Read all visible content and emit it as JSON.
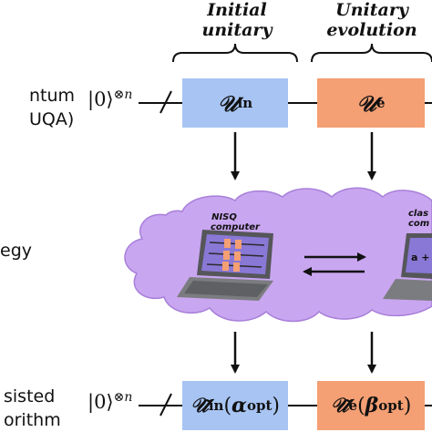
{
  "headers": {
    "initial": [
      "Initial",
      "unitary"
    ],
    "evolution": [
      "Unitary",
      "evolution"
    ]
  },
  "left_labels": {
    "top": [
      "ntum",
      "UQA)"
    ],
    "middle": "egy",
    "bottom": [
      "sisted",
      "orithm"
    ]
  },
  "ket_text": "|0⟩",
  "ket_superscript": "⊗n",
  "gates": {
    "u_in": {
      "symbol": "𝒰",
      "sub": "in"
    },
    "u_e": {
      "symbol": "𝒰",
      "sub": "e"
    },
    "u_in_opt": {
      "symbol": "𝒰̃",
      "sub": "in",
      "param": "α",
      "param_sub": "opt"
    },
    "u_e_opt": {
      "symbol": "𝒰̃",
      "sub": "e",
      "param": "β",
      "param_sub": "opt"
    }
  },
  "cloud": {
    "nisq_label": [
      "NISQ",
      "computer"
    ],
    "classical_label": [
      "clas",
      "com"
    ],
    "formula": "a +"
  },
  "colors": {
    "gate_blue": "#a7c4f3",
    "gate_orange": "#f49f74",
    "cloud": "#c9a6f0",
    "cloud_edge": "#a77fd9"
  }
}
